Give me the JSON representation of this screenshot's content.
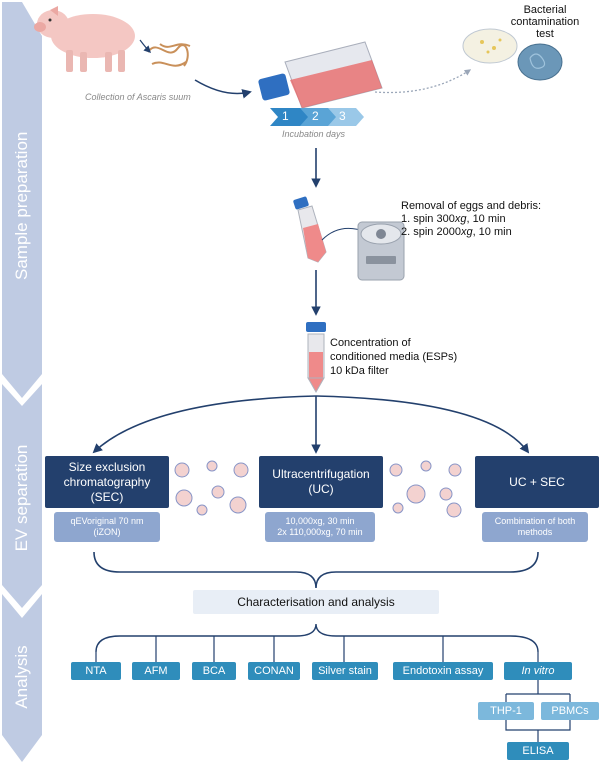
{
  "sections": {
    "sample_preparation": "Sample preparation",
    "ev_separation": "EV separation",
    "analysis": "Analysis"
  },
  "top": {
    "collection_caption": "Collection of Ascaris suum",
    "incubation_days": [
      "1",
      "2",
      "3"
    ],
    "incubation_caption": "Incubation days",
    "bacterial_title_line1": "Bacterial",
    "bacterial_title_line2": "contamination",
    "bacterial_title_line3": "test"
  },
  "removal": {
    "title": "Removal of eggs and debris:",
    "step1_pre": "1. spin 300",
    "step1_xg": "xg",
    "step1_post": ", 10 min",
    "step2_pre": "2. spin 2000",
    "step2_xg": "xg",
    "step2_post": ", 10 min"
  },
  "concentration": {
    "line1": "Concentration of",
    "line2": "conditioned media (ESPs)",
    "line3": "10 kDa filter"
  },
  "methods": {
    "sec_title": "Size exclusion chromatography (SEC)",
    "sec_detail_line1": "qEVoriginal 70 nm",
    "sec_detail_line2": "(iZON)",
    "uc_title_line1": "Ultracentrifugation",
    "uc_title_line2": "(UC)",
    "uc_detail_line1": "10,000xg, 30 min",
    "uc_detail_line2": "2x 110,000xg, 70 min",
    "ucsec_title": "UC + SEC",
    "ucsec_detail_line1": "Combination of both",
    "ucsec_detail_line2": "methods"
  },
  "analysis": {
    "header": "Characterisation and analysis",
    "items": [
      "NTA",
      "AFM",
      "BCA",
      "CONAN",
      "Silver stain",
      "Endotoxin assay"
    ],
    "in_vitro": "In vitro",
    "sub_items": [
      "THP-1",
      "PBMCs"
    ],
    "elisa": "ELISA"
  },
  "colors": {
    "dark_blue": "#23406d",
    "light_blue": "#8ea6cf",
    "teal": "#2f8dbb",
    "light_teal": "#7cb8dc",
    "sidebar": "#bfcbe3"
  }
}
